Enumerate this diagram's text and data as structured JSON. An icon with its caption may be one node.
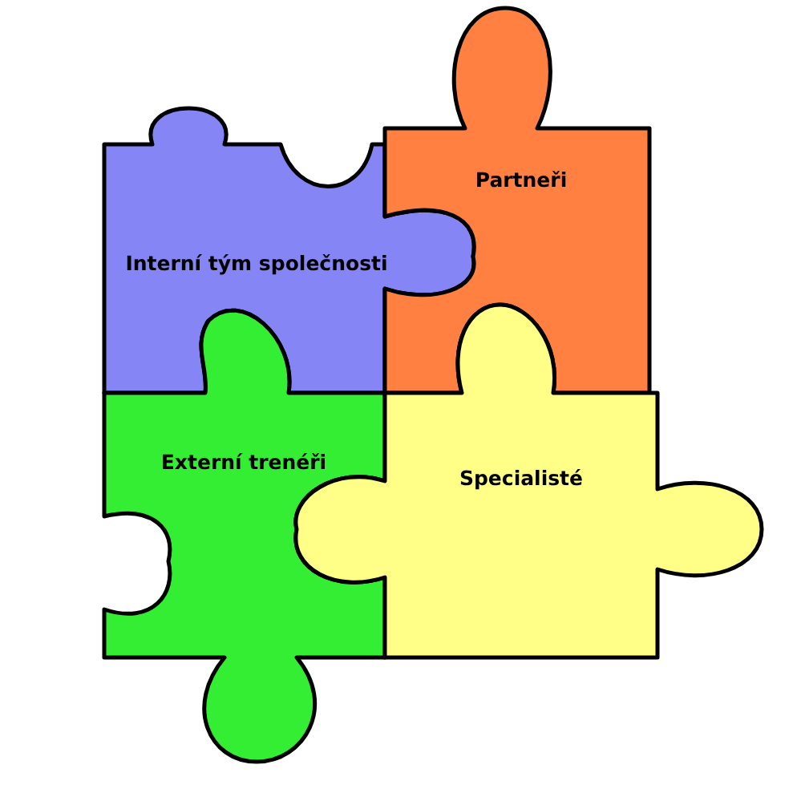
{
  "diagram": {
    "nodes": [
      {
        "text": [
          "Interní tým společnosti"
        ]
      },
      {
        "text": [
          "Partneři"
        ]
      },
      {
        "text": [
          "Externí trenéři"
        ]
      },
      {
        "text": [
          "Specialisté"
        ]
      }
    ]
  }
}
